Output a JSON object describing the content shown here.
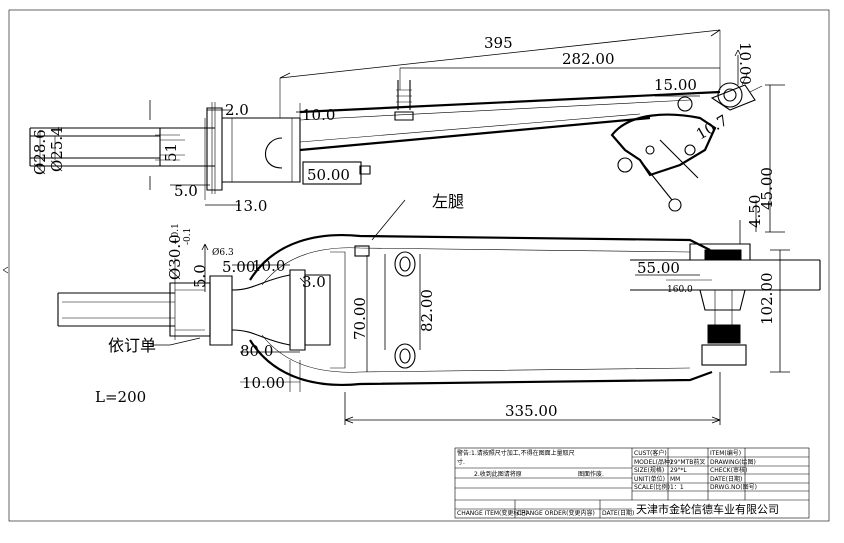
{
  "dimensions": {
    "d395": "395",
    "d282": "282.00",
    "d15": "15.00",
    "d10_top": "10.00",
    "d2": "2.0",
    "d10_a": "10.0",
    "d50": "50.00",
    "d5": "5.0",
    "d13": "13.0",
    "d28_6": "Ø28.6",
    "d25_4": "Ø25.4",
    "d51": "51",
    "d10_7": "10.7",
    "d45": "45.00",
    "d4_5": "4.50",
    "d30": "Ø30.0",
    "tol_plus": "+0.1",
    "tol_minus": "-0.1",
    "d6_3": "Ø6.3",
    "d5_b": "5.00",
    "d10_b": "10.0",
    "d5_c": "5.0",
    "d3": "3.0",
    "d55": "55.00",
    "d160": "160.0",
    "d102": "102.00",
    "d70": "70.00",
    "d82": "82.00",
    "d80": "80.0",
    "d10_c": "10.00",
    "d335": "335.00"
  },
  "annotations": {
    "left_leg": "左腿",
    "per_order": "依订单",
    "length": "L=200"
  },
  "title_block": {
    "warning_line1": "警告:1.请按照尺寸加工,不得在图面上量取尺",
    "warning_line2": "寸.",
    "warning_line3": "2.收到此图请将原",
    "warning_line3b": "图面作废.",
    "cust": "CUST(客户)",
    "model": "MODEL(品种)",
    "model_val": "29\"MTB前叉",
    "size": "SIZE(规格)",
    "size_val": "29\"*L",
    "unit": "UNIT(单位)",
    "unit_val": "MM",
    "scale": "SCALE(比例)",
    "scale_val": "1：1",
    "item": "ITEM(编号)",
    "drawing": "DRAWING(绘图)",
    "check": "CHECK(审核)",
    "date": "DATE(日期)",
    "drawing_no": "DRWG.NO(图号)",
    "change_item": "CHANGE ITEM(变更标记)",
    "change_order": "CHANGE ORDER(变更内容)",
    "change_date": "DATE(日期)",
    "company": "天津市金轮信德车业有限公司"
  }
}
